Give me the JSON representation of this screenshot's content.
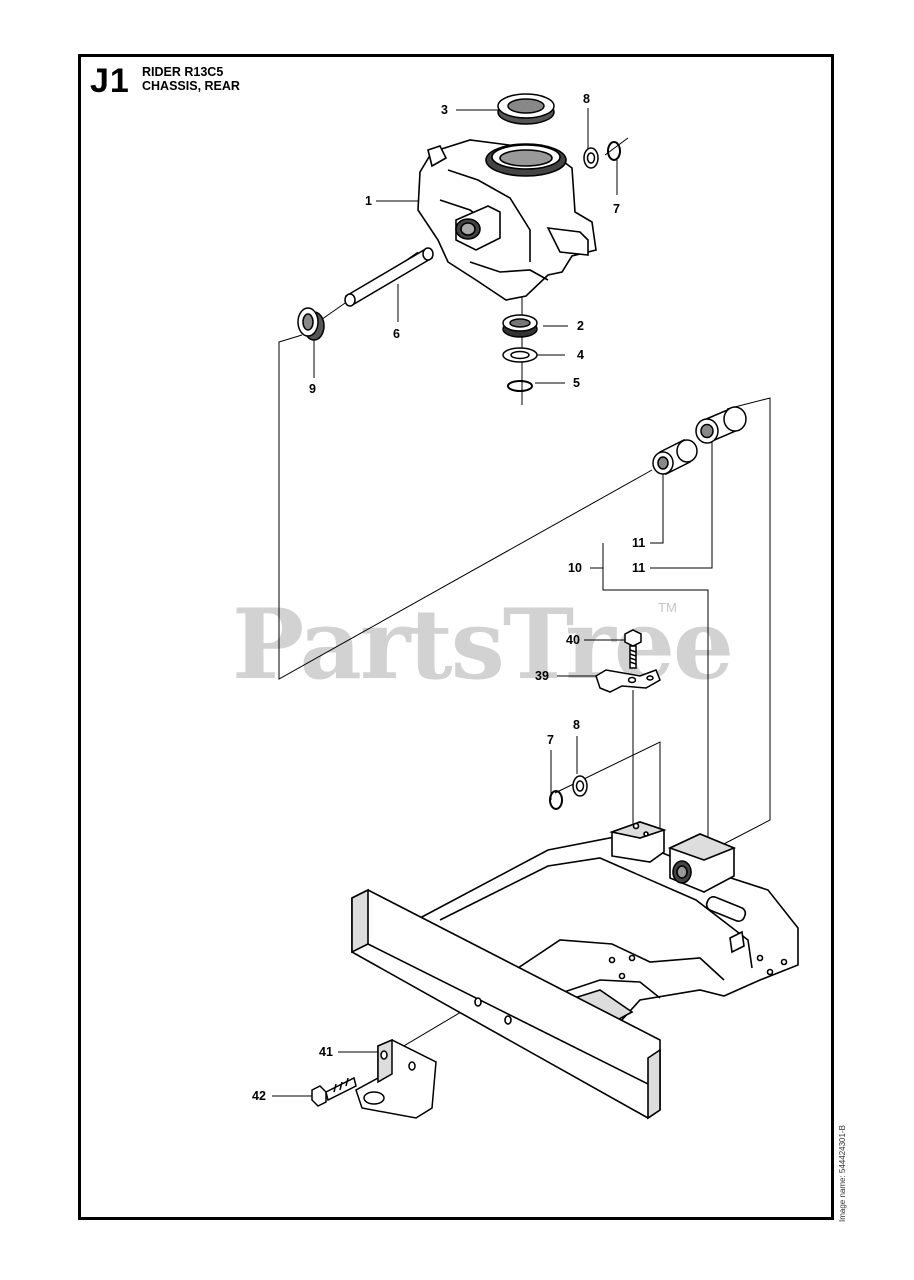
{
  "header": {
    "section_code": "J1",
    "title_line1": "RIDER R13C5",
    "title_line2": "CHASSIS, REAR"
  },
  "callouts": {
    "p1": "1",
    "p2": "2",
    "p3": "3",
    "p4": "4",
    "p5": "5",
    "p6": "6",
    "p7_top": "7",
    "p7_mid": "7",
    "p8_top": "8",
    "p8_mid": "8",
    "p9": "9",
    "p10": "10",
    "p11_a": "11",
    "p11_b": "11",
    "p39": "39",
    "p40": "40",
    "p41": "41",
    "p42": "42"
  },
  "watermark": {
    "text": "PartsTree",
    "tm": "TM"
  },
  "footer": {
    "image_name": "Image name: 544424301-B"
  }
}
